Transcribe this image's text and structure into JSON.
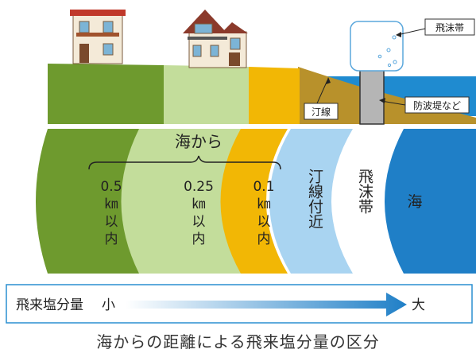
{
  "top_labels": {
    "spray_zone": "飛沫帯",
    "shoreline": "汀線",
    "breakwater": "防波堤など"
  },
  "zones": {
    "group_label": "海から",
    "z1": [
      "0.5",
      "㎞",
      "以",
      "内"
    ],
    "z2": [
      "0.25",
      "㎞",
      "以",
      "内"
    ],
    "z3": [
      "0.1",
      "㎞",
      "以",
      "内"
    ],
    "shoreline_near": "汀線付近",
    "spray": "飛沫帯",
    "sea": "海"
  },
  "scale_bar": {
    "label": "飛来塩分量",
    "small": "小",
    "large": "大"
  },
  "caption": "海からの距離による飛来塩分量の区分",
  "colors": {
    "dark_green": "#6e9a2e",
    "light_green": "#c3dd9b",
    "yellow": "#f2b705",
    "light_blue": "#a9d4f1",
    "sea_blue": "#1f7fc7",
    "brown": "#b8912b"
  },
  "icons": [
    "house-icon",
    "house-icon"
  ]
}
